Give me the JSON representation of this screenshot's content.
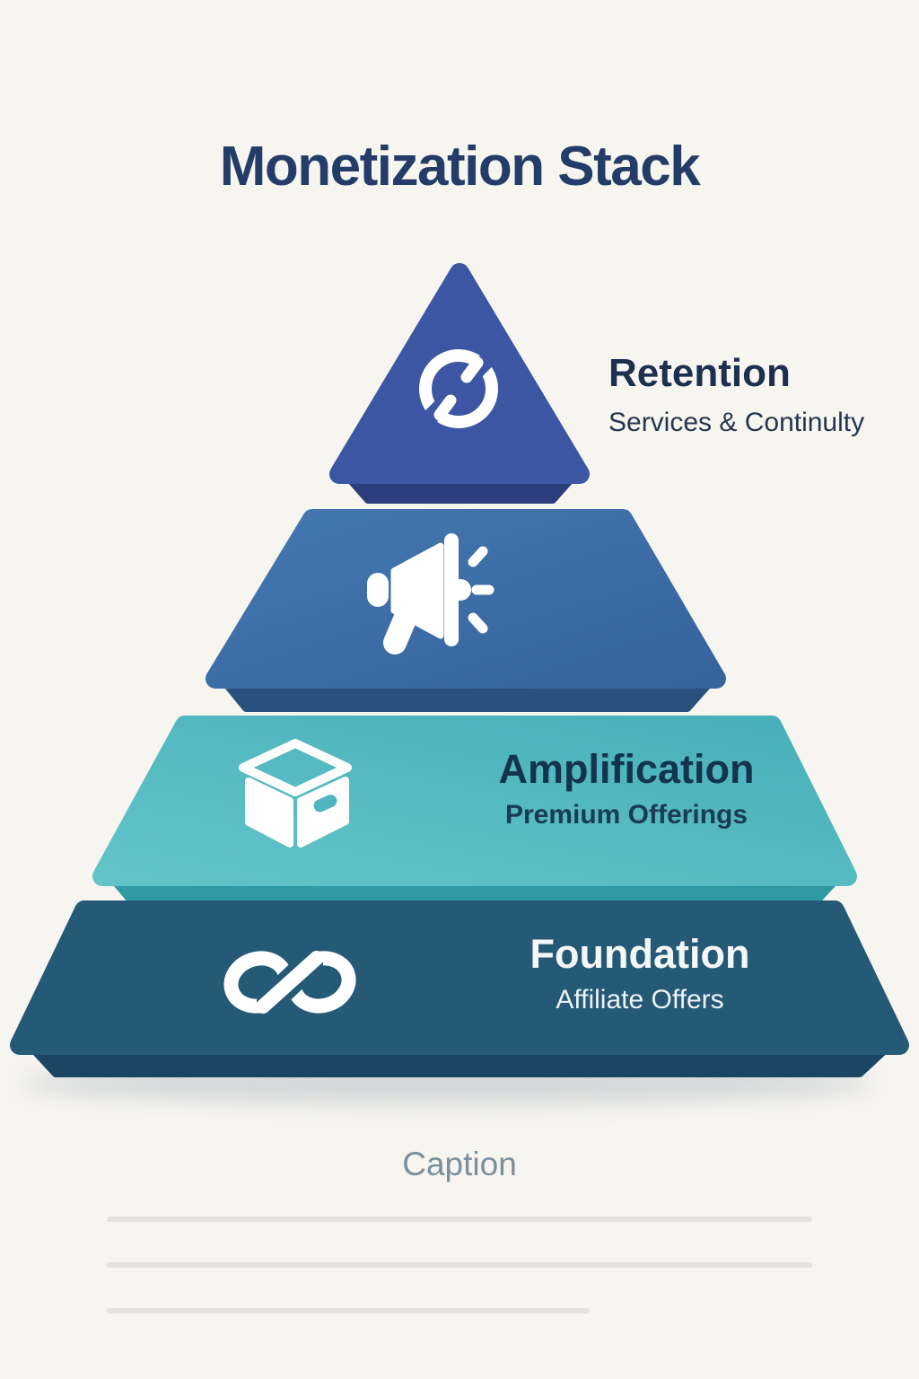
{
  "page": {
    "background": "#f7f5f0"
  },
  "title": {
    "text": "Monetization Stack",
    "color": "#233d68"
  },
  "pyramid": {
    "tiers": [
      {
        "name": "retention",
        "icon": "sync-icon",
        "label": "Retention",
        "sublabel": "Services & Continulty",
        "fill": "#3c56a4",
        "edge": "#2b3d7c"
      },
      {
        "name": "broadcast",
        "icon": "megaphone-icon",
        "fill": "#3b6ea5",
        "edge": "#28527d"
      },
      {
        "name": "amplification",
        "icon": "package-box-icon",
        "label": "Amplification",
        "sublabel": "Premium Offerings",
        "fill": "#4fb6bf",
        "edge": "#2f99a4"
      },
      {
        "name": "foundation",
        "icon": "infinity-link-icon",
        "label": "Foundation",
        "sublabel": "Affiliate Offers",
        "fill": "#255a77",
        "edge": "#1a4663"
      }
    ]
  },
  "caption": {
    "text": "Caption",
    "color": "#7b8f9c"
  },
  "notes_lines": {
    "count": 3,
    "color": "#e3e2df"
  }
}
